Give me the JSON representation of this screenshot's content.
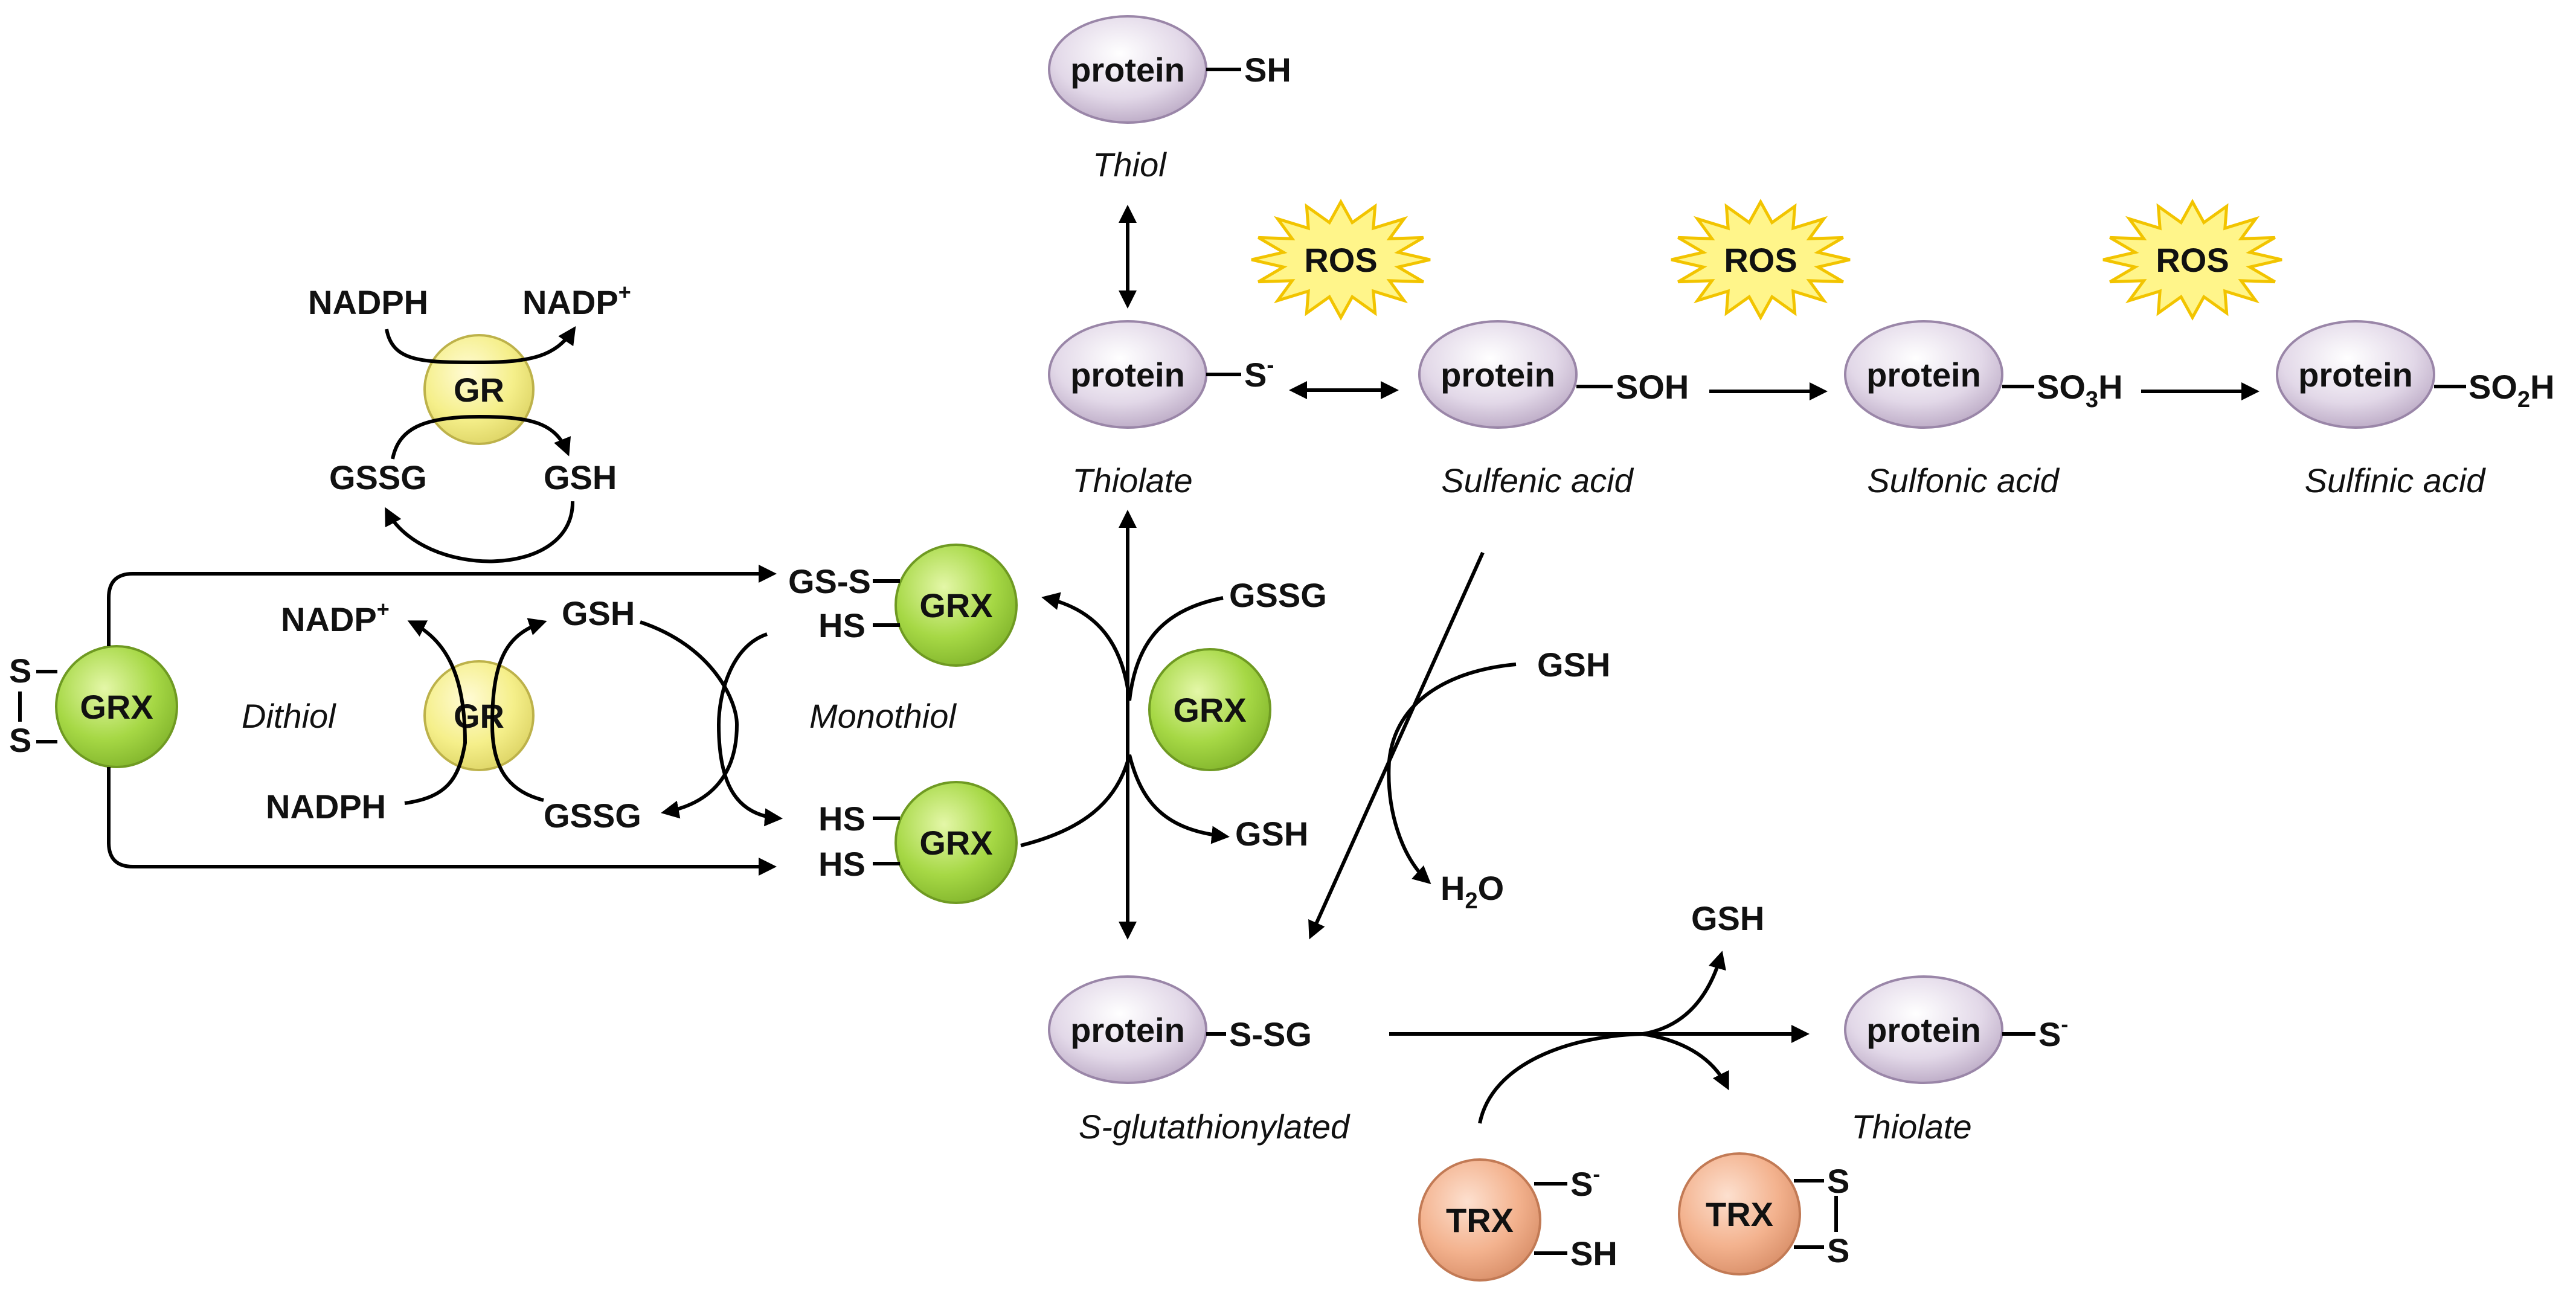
{
  "colors": {
    "grx_fill": "#a6d845",
    "gr_fill": "#f5ef8a",
    "trx_fill": "#f3b28e",
    "protein_fill": "#ddd2e3",
    "ros_fill": "#fff58a",
    "ros_stroke": "#f2c400"
  },
  "protein": "protein",
  "thiol": {
    "group": "SH",
    "caption": "Thiol"
  },
  "thiolate": {
    "group": "S",
    "charge": "-",
    "caption": "Thiolate"
  },
  "sulfenic": {
    "group": "SOH",
    "caption": "Sulfenic acid"
  },
  "sulfonic": {
    "group_pre": "SO",
    "sub": "3",
    "group_post": "H",
    "caption": "Sulfonic acid"
  },
  "sulfinic": {
    "group_pre": "SO",
    "sub": "2",
    "group_post": "H",
    "caption": "Sulfinic acid"
  },
  "ros": "ROS",
  "glutathionylated": {
    "group": "S-SG",
    "caption": "S-glutathionylated"
  },
  "thiolate_right": {
    "group": "S",
    "charge": "-",
    "caption": "Thiolate"
  },
  "gr": "GR",
  "grx": "GRX",
  "trx": "TRX",
  "nadph": "NADPH",
  "nadp": {
    "base": "NADP",
    "sup": "+"
  },
  "gssg": "GSSG",
  "gsh": "GSH",
  "h2o": {
    "base": "H",
    "sub": "2",
    "post": "O"
  },
  "dithiol": "Dithiol",
  "monothiol": "Monothiol",
  "s": "S",
  "hs": "HS",
  "gs_s": "GS-S",
  "sh": "SH",
  "s_minus": {
    "base": "S",
    "sup": "-"
  }
}
